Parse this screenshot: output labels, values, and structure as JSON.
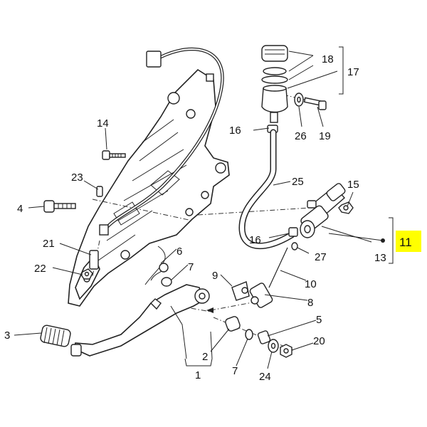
{
  "labels": {
    "p1": "1",
    "p2": "2",
    "p3": "3",
    "p4": "4",
    "p5": "5",
    "p6": "6",
    "p7a": "7",
    "p7b": "7",
    "p8": "8",
    "p9": "9",
    "p10": "10",
    "p11": "11",
    "p13": "13",
    "p14": "14",
    "p15": "15",
    "p16a": "16",
    "p16b": "16",
    "p17": "17",
    "p18": "18",
    "p19": "19",
    "p20": "20",
    "p21": "21",
    "p22": "22",
    "p23": "23",
    "p24": "24",
    "p25": "25",
    "p26": "26",
    "p27": "27"
  },
  "colors": {
    "highlight": "#ffff00",
    "line": "#222222",
    "background": "#ffffff"
  }
}
